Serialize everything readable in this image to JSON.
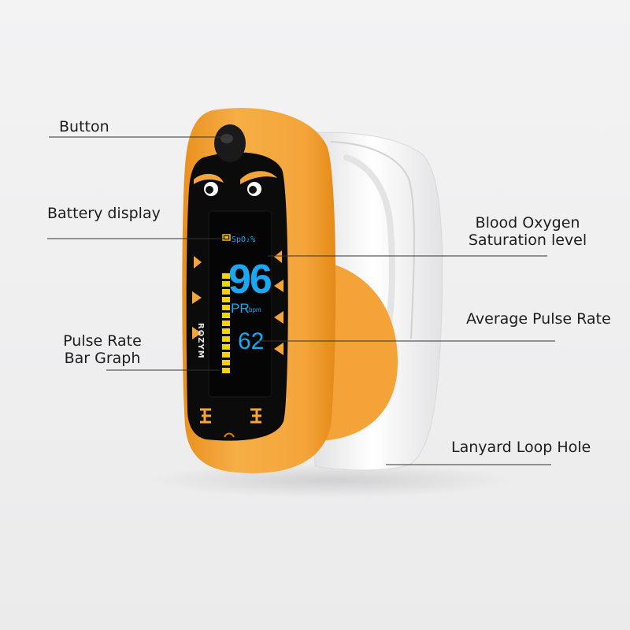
{
  "labels": {
    "button": "Button",
    "battery": "Battery display",
    "pulse_bar_line1": "Pulse Rate",
    "pulse_bar_line2": "Bar Graph",
    "spo2_line1": "Blood Oxygen",
    "spo2_line2": "Saturation level",
    "avg_pulse": "Average Pulse Rate",
    "lanyard": "Lanyard Loop Hole"
  },
  "display": {
    "spo2_label": "SpO₂%",
    "spo2_value": "96",
    "pr_label": "PR",
    "bpm_label": "bpm",
    "pr_value": "62"
  },
  "brand": "ROZYM",
  "colors": {
    "shell": "#f4a53a",
    "shell_dark": "#e8901f",
    "clip": "#f7f7f8",
    "screen": "#0b0b0c",
    "digits": "#19a9f2",
    "bar": "#f2d400",
    "leader": "#333333"
  },
  "pulse_bar": {
    "segments_lit": 13,
    "segments_total": 13
  }
}
